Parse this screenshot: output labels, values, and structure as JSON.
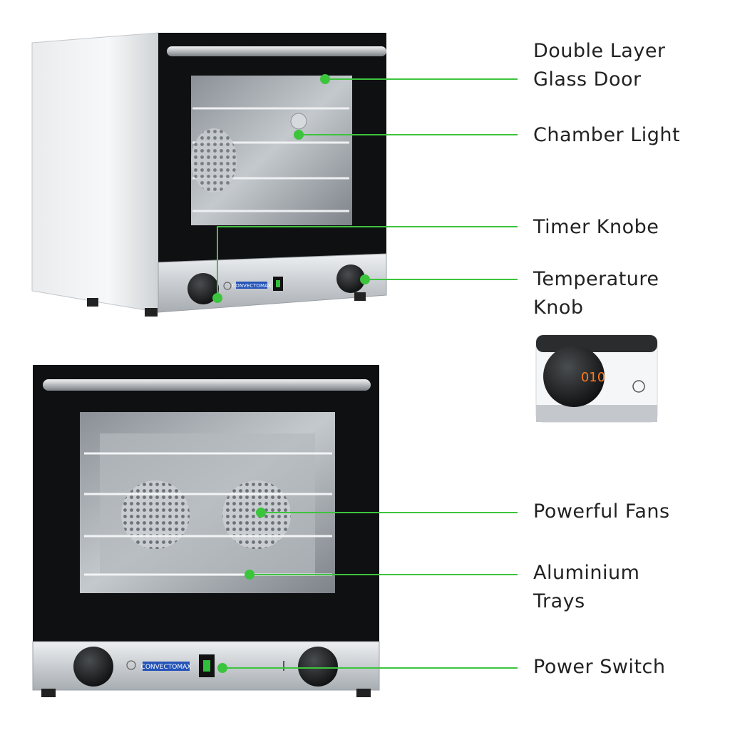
{
  "accent_color": "#3dc43d",
  "features": [
    {
      "id": "double-layer-glass-door",
      "lines": [
        "Double Layer",
        "Glass Door"
      ]
    },
    {
      "id": "chamber-light",
      "lines": [
        "Chamber Light"
      ]
    },
    {
      "id": "timer-knob",
      "lines": [
        "Timer Knobe"
      ]
    },
    {
      "id": "temperature-knob",
      "lines": [
        "Temperature",
        "Knob"
      ]
    },
    {
      "id": "powerful-fans",
      "lines": [
        "Powerful Fans"
      ]
    },
    {
      "id": "aluminium-trays",
      "lines": [
        "Aluminium",
        "Trays"
      ]
    },
    {
      "id": "power-switch",
      "lines": [
        "Power Switch"
      ]
    }
  ],
  "brand": {
    "logo_text": "CONVECTOMAX"
  },
  "inset": {
    "timer_display": "010"
  }
}
